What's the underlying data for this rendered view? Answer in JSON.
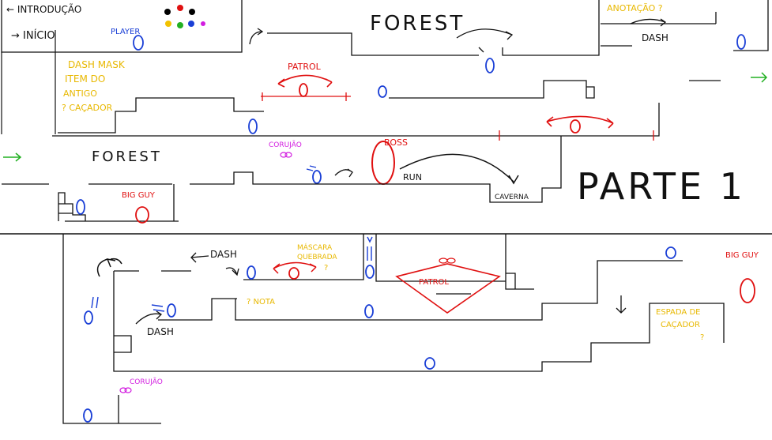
{
  "legend": {
    "intro_label": "← INTRODUÇÃO",
    "start_label": "→ INÍCIO",
    "player_label": "PLAYER"
  },
  "colors": {
    "ink": "#111111",
    "blue": "#1a3fd6",
    "red": "#e01010",
    "yellow": "#e8b800",
    "magenta": "#d21ee0",
    "green": "#22b022"
  },
  "palette_dots": [
    "#000000",
    "#e01010",
    "#f2c200",
    "#22b022",
    "#1a3fd6",
    "#d21ee0"
  ],
  "row1": {
    "forest_title": "FOREST",
    "patrol_label": "PATROL",
    "dash_mask_note": [
      "DASH MASK",
      "ITEM DO",
      "ANTIGO",
      "? CAÇADOR"
    ],
    "annotation_note": "ANOTAÇÃO ?",
    "dash_label": "DASH"
  },
  "row2": {
    "forest_title": "FOREST",
    "coruja_label": "CORUJÃO",
    "boss_label": "BOSS",
    "run_label": "RUN",
    "caverna_label": "CAVERNA",
    "big_guy_label": "BIG GUY",
    "part_title": "PARTE 1"
  },
  "row3": {
    "dash_label_top": "DASH",
    "mascara_note": [
      "MÁSCARA",
      "QUEBRADA",
      "?"
    ],
    "nota_label": "? NOTA",
    "patrol_label": "PATROL",
    "dash_label_low": "DASH",
    "coruja_label": "CORUJÃO",
    "big_guy_label": "BIG GUY",
    "espada_note": [
      "ESPADA DE",
      "CAÇADOR",
      "?"
    ]
  }
}
